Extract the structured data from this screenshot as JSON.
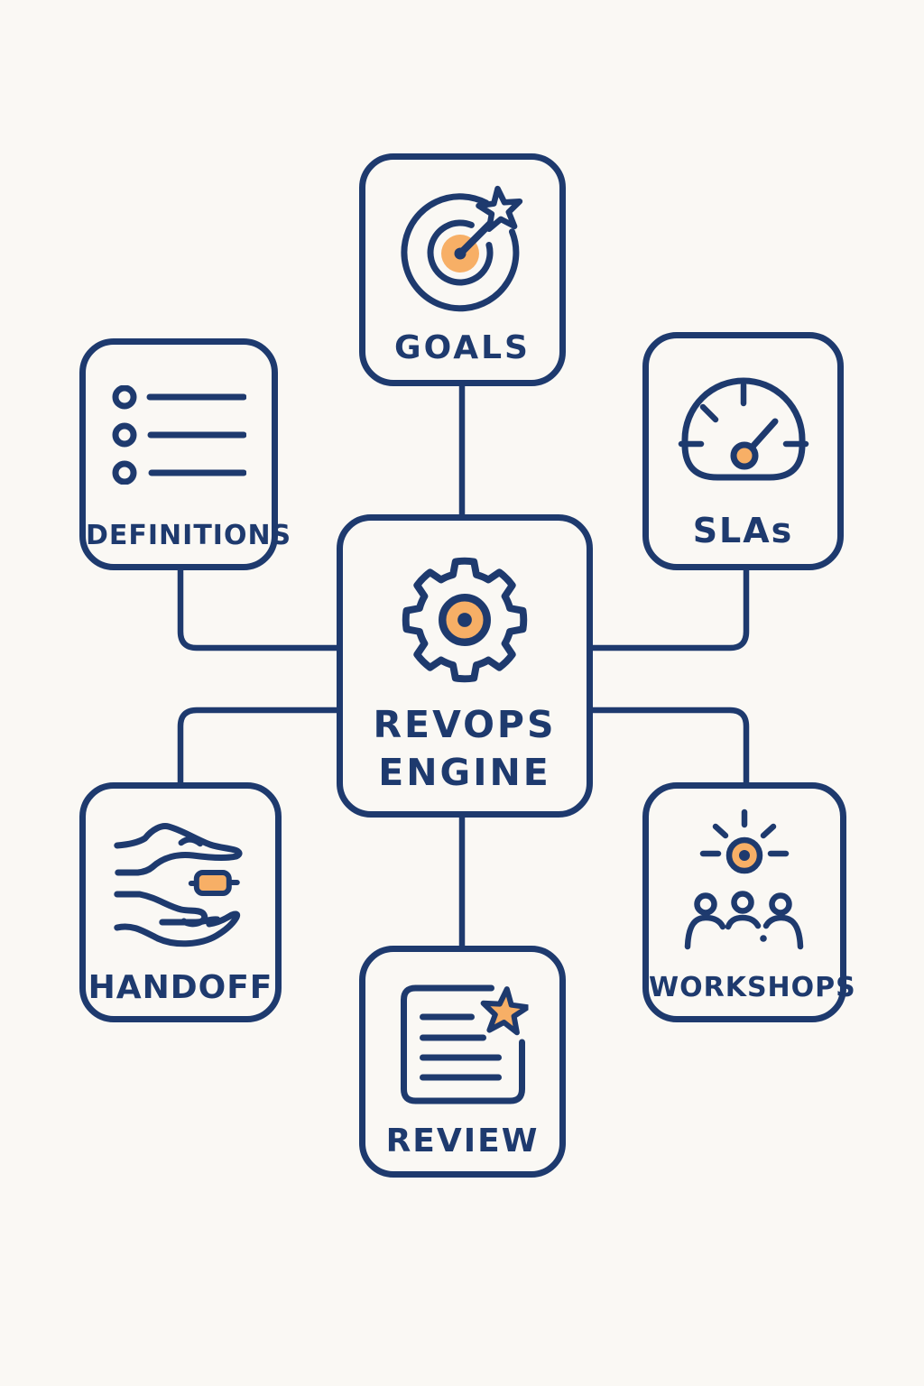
{
  "palette": {
    "navy": "#1e3a6e",
    "orange": "#f7af66",
    "background": "#faf8f4"
  },
  "center_node": {
    "id": "revops-engine",
    "line1": "REVOPS",
    "line2": "ENGINE",
    "icon": "gear-icon"
  },
  "nodes": [
    {
      "id": "goals",
      "label": "GOALS",
      "icon": "target-arrow-star-icon"
    },
    {
      "id": "definitions",
      "label": "DEFINITIONS",
      "icon": "bullet-list-icon"
    },
    {
      "id": "slas",
      "label": "SLAs",
      "icon": "speedometer-icon"
    },
    {
      "id": "handoff",
      "label": "HANDOFF",
      "icon": "hands-handoff-icon"
    },
    {
      "id": "review",
      "label": "REVIEW",
      "icon": "document-star-icon"
    },
    {
      "id": "workshops",
      "label": "WORKSHOPS",
      "icon": "sun-people-icon"
    }
  ],
  "connections": [
    {
      "from": "revops-engine",
      "to": "goals"
    },
    {
      "from": "revops-engine",
      "to": "definitions"
    },
    {
      "from": "revops-engine",
      "to": "slas"
    },
    {
      "from": "revops-engine",
      "to": "handoff"
    },
    {
      "from": "revops-engine",
      "to": "review"
    },
    {
      "from": "revops-engine",
      "to": "workshops"
    }
  ]
}
